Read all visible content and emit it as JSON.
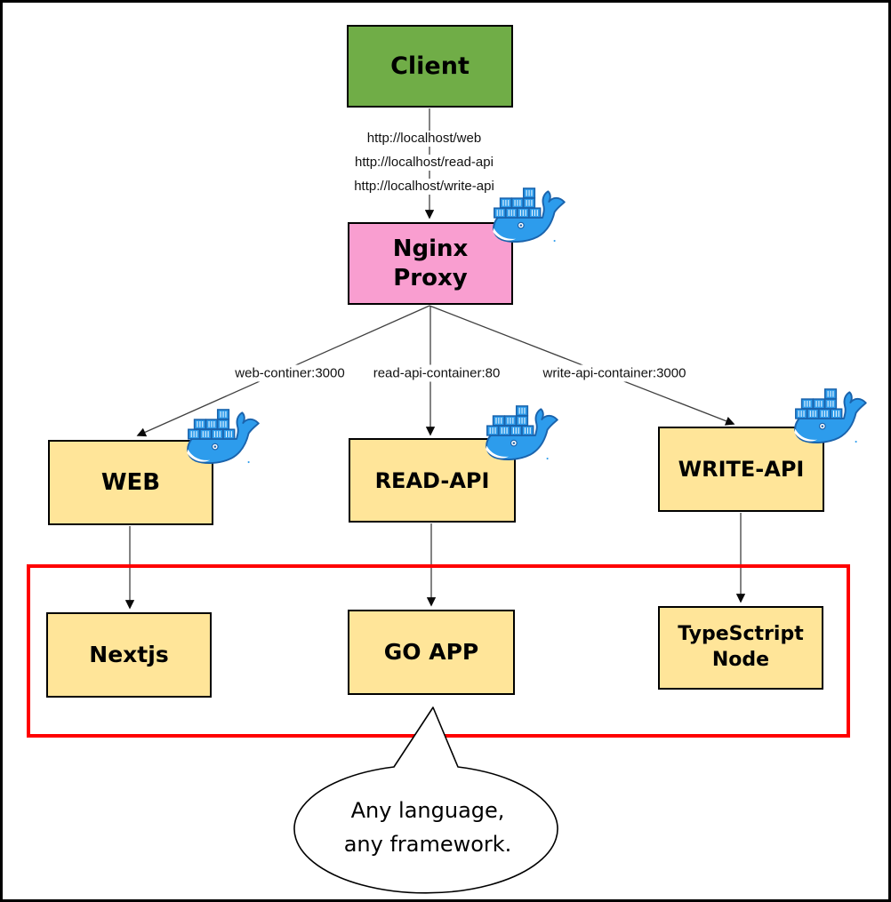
{
  "diagram": {
    "nodes": {
      "client": {
        "label": "Client",
        "fill": "#70AD47"
      },
      "proxy": {
        "label": "Nginx\nProxy",
        "fill": "#F99ED0"
      },
      "web": {
        "label": "WEB",
        "fill": "#FFE599"
      },
      "read_api": {
        "label": "READ-API",
        "fill": "#FFE599"
      },
      "write_api": {
        "label": "WRITE-API",
        "fill": "#FFE599"
      },
      "nextjs": {
        "label": "Nextjs",
        "fill": "#FFE599"
      },
      "go_app": {
        "label": "GO APP",
        "fill": "#FFE599"
      },
      "ts_node": {
        "label": "TypeSctript\nNode",
        "fill": "#FFE599"
      }
    },
    "client_to_proxy_urls": [
      "http://localhost/web",
      "http://localhost/read-api",
      "http://localhost/write-api"
    ],
    "proxy_edge_labels": [
      "web-continer:3000",
      "read-api-container:80",
      "write-api-container:3000"
    ],
    "speech_bubble": {
      "text": "Any language,\nany framework."
    },
    "icons": {
      "docker": "docker-whale-icon"
    },
    "colors": {
      "client_fill": "#70AD47",
      "proxy_fill": "#F99ED0",
      "container_fill": "#FFE599",
      "highlight_border": "#FF0000",
      "docker_blue": "#2D9CEC",
      "docker_blue_dark": "#1A63AC",
      "box_border": "#000000",
      "connector": "#404040"
    }
  }
}
